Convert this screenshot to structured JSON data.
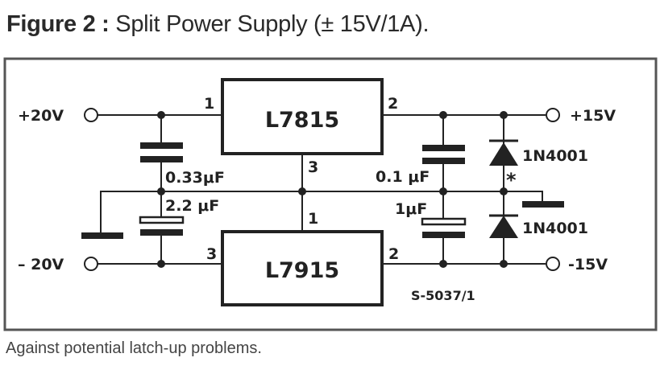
{
  "figure": {
    "number_label": "Figure 2 :",
    "title": "Split Power Supply (± 15V/1A)."
  },
  "caption": "Against potential latch-up problems.",
  "drawing_code": "S-5037/1",
  "terminals": {
    "pos_in": "+20V",
    "neg_in": "– 20V",
    "pos_out": "+15V",
    "neg_out": "-15V"
  },
  "regulators": {
    "positive": {
      "name": "L7815",
      "pin_in": "1",
      "pin_out": "2",
      "pin_gnd": "3"
    },
    "negative": {
      "name": "L7915",
      "pin_in": "3",
      "pin_out": "2",
      "pin_gnd": "1"
    }
  },
  "capacitors": {
    "c_in_pos": "0.33μF",
    "c_in_neg": "2.2 μF",
    "c_out_pos": "0.1 μF",
    "c_out_neg": "1μF"
  },
  "diodes": {
    "d_pos": "1N4001",
    "d_neg": "1N4001",
    "note_mark": "*"
  },
  "colors": {
    "ink": "#222222",
    "frame": "#555555"
  }
}
